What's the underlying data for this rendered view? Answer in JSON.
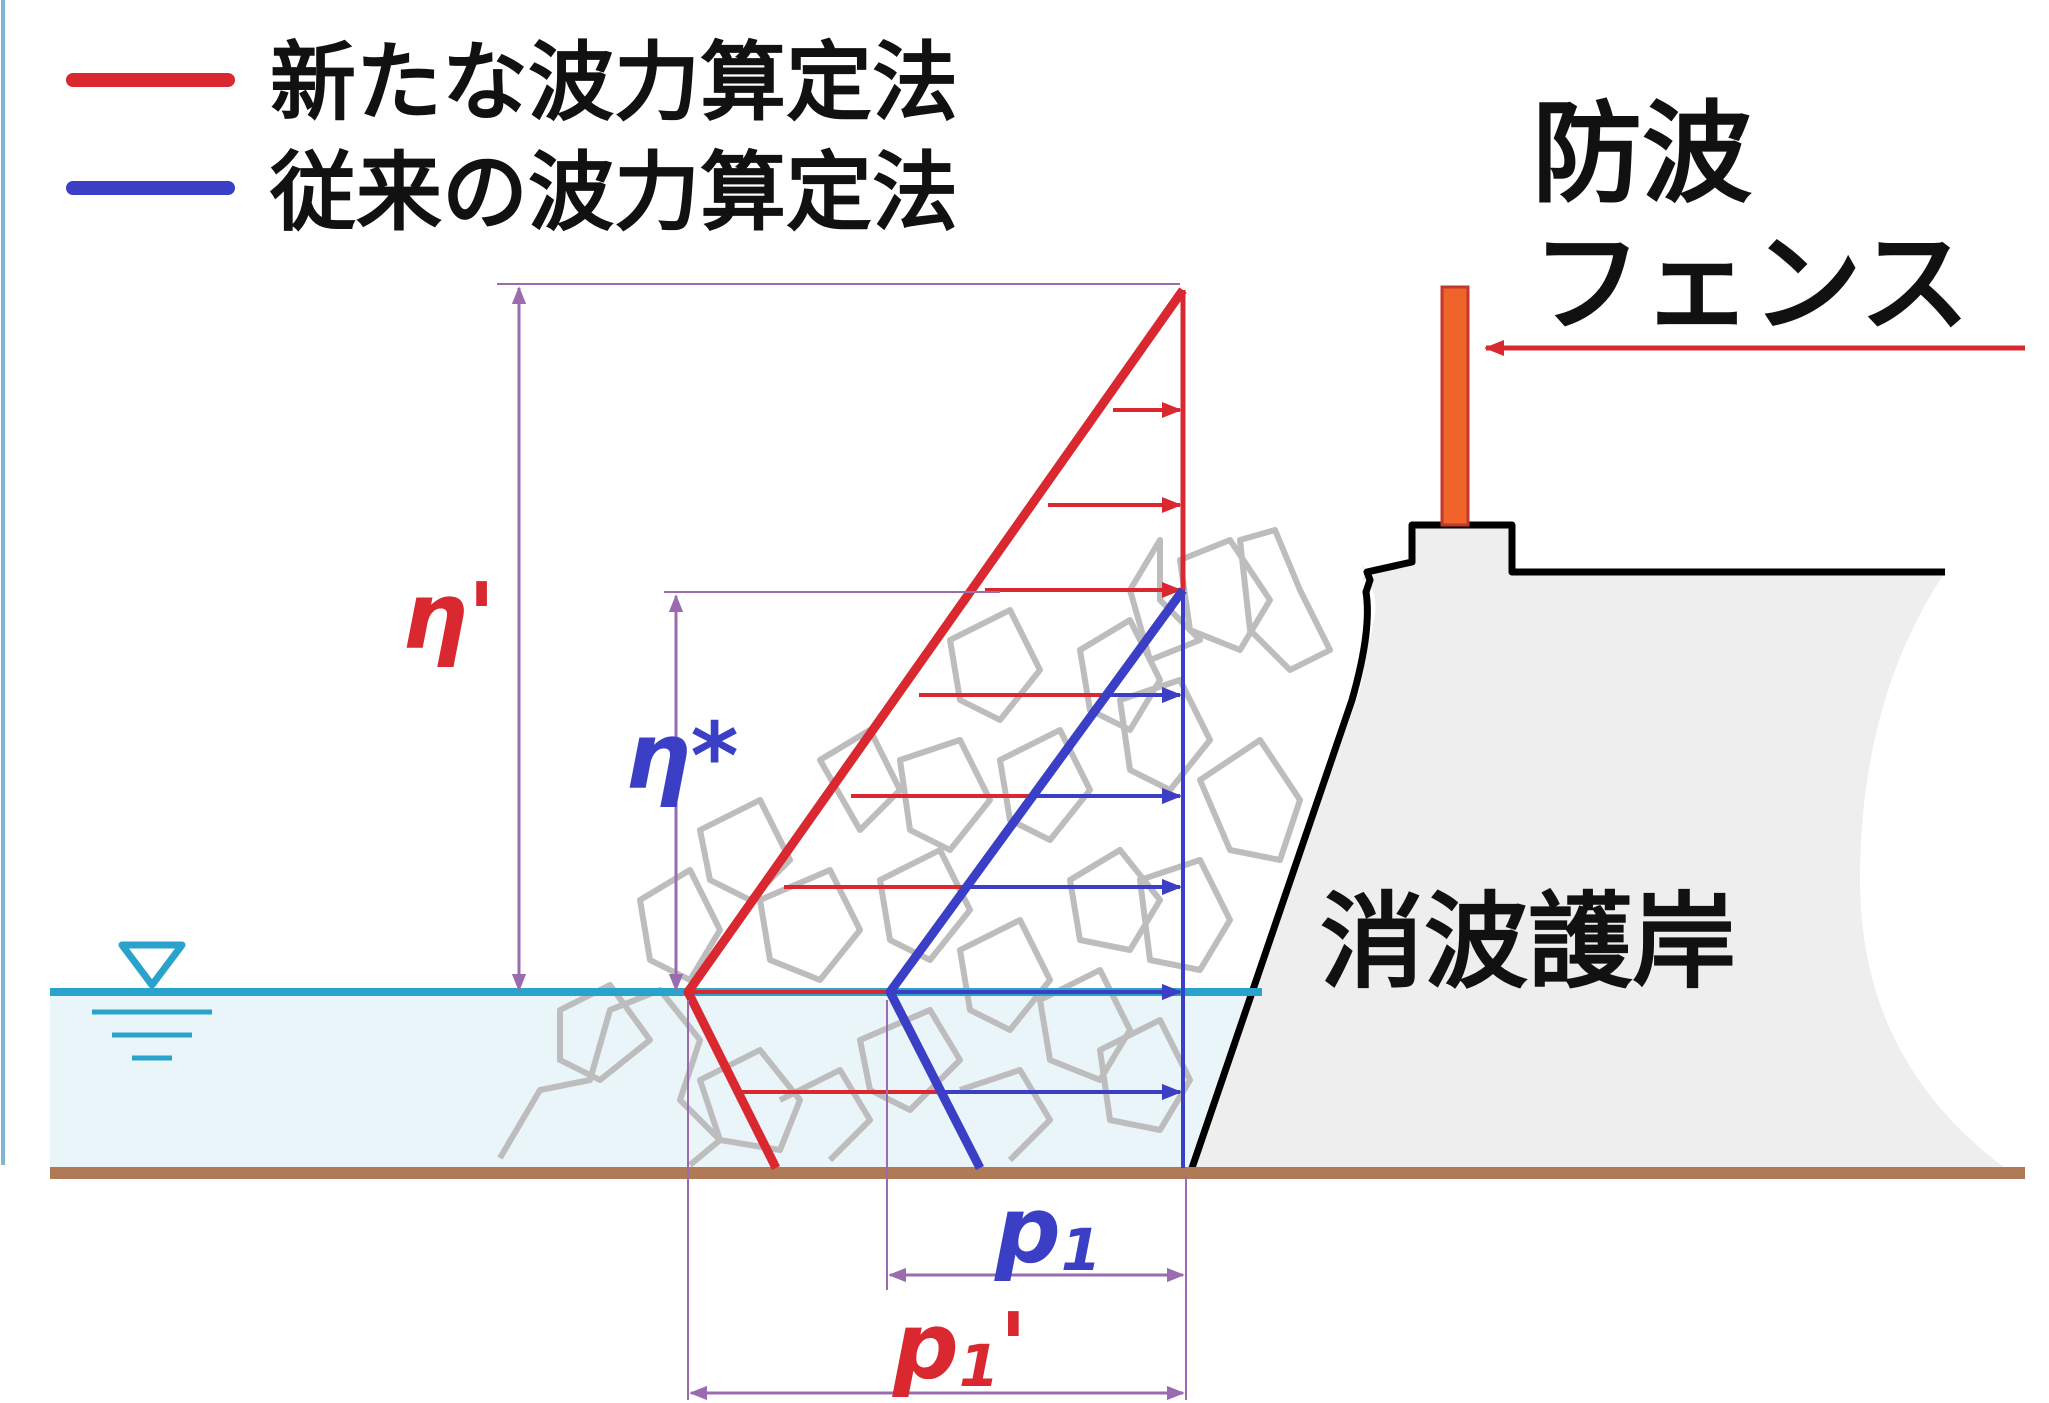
{
  "legend": {
    "items": [
      {
        "label": "新たな波力算定法",
        "color": "#d9282f"
      },
      {
        "label": "従来の波力算定法",
        "color": "#3a3fc6"
      }
    ]
  },
  "labels": {
    "fence": [
      "防波",
      "フェンス"
    ],
    "seawall": "消波護岸",
    "eta_prime": "η'",
    "eta_star": "η*",
    "p1": {
      "base": "p",
      "sub": "1",
      "suffix": ""
    },
    "p1_prime": {
      "base": "p",
      "sub": "1",
      "suffix": "'"
    }
  },
  "colors": {
    "new_method": "#d9282f",
    "old_method": "#3a3fc6",
    "water_line": "#2aa3cc",
    "water_fill": "#eaf5fa",
    "seabed": "#b07a57",
    "seawall_fill": "#eeeeee",
    "fence": "#f0642a",
    "dimension": "#9b6bb0",
    "armor": "#bdbdbd"
  }
}
